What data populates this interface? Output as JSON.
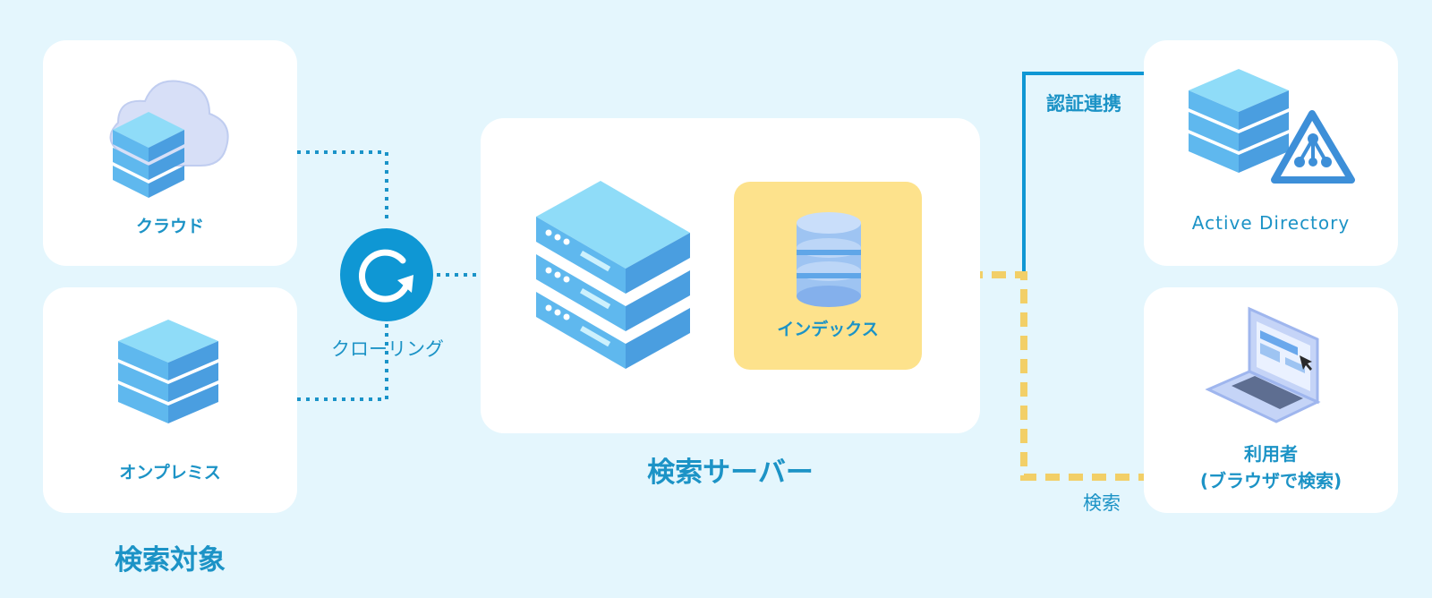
{
  "sources": {
    "title": "検索対象",
    "cloud_label": "クラウド",
    "onprem_label": "オンプレミス"
  },
  "crawl": {
    "label": "クローリング"
  },
  "server": {
    "title": "検索サーバー",
    "index_label": "インデックス"
  },
  "auth": {
    "link_label": "認証連携",
    "ad_label": "Active Directory"
  },
  "user": {
    "label_line1": "利用者",
    "label_line2": "(ブラウザで検索)",
    "search_label": "検索"
  },
  "colors": {
    "background": "#e4f6fd",
    "accent_blue": "#1a93c8",
    "crawl_circle": "#0f97d4",
    "index_bg": "#fde28c",
    "search_line": "#f2cf67",
    "server_light": "#8fdcf8",
    "server_dark": "#4a9ee0"
  }
}
